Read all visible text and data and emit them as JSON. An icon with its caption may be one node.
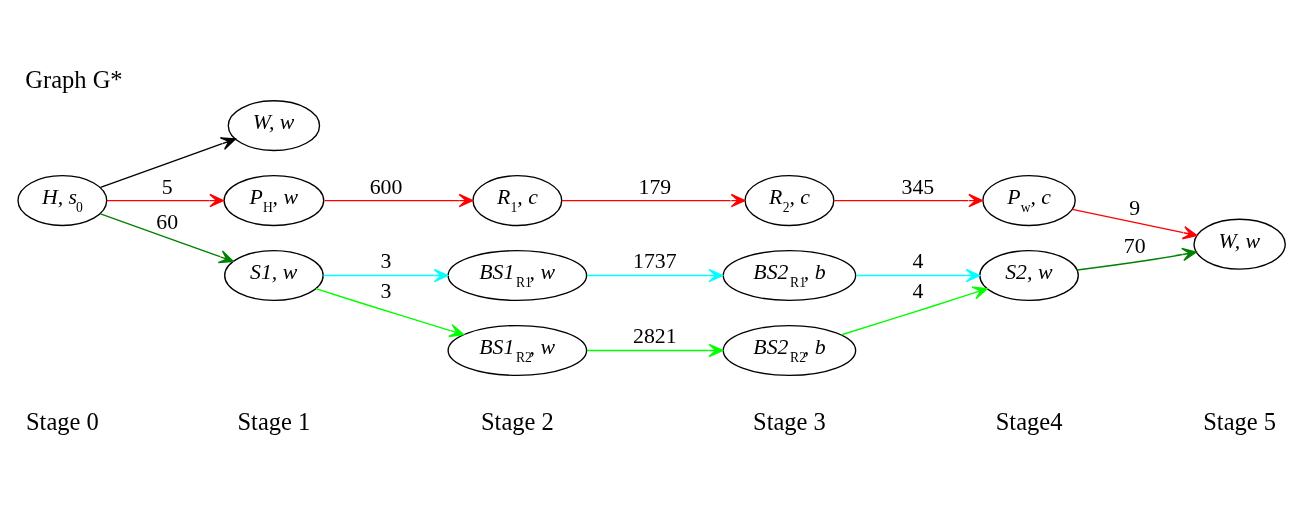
{
  "diagram": {
    "title": "Graph G*",
    "nodes": [
      {
        "text": [
          "H, s$_{0}$"
        ]
      },
      {
        "text": [
          "W, w"
        ]
      },
      {
        "text": [
          "P$_{H}$, w"
        ]
      },
      {
        "text": [
          "S1, w"
        ]
      },
      {
        "text": [
          "R$_{1}$, c"
        ]
      },
      {
        "text": [
          "BS1$_{R1}$, w"
        ]
      },
      {
        "text": [
          "BS1$_{R2}$, w"
        ]
      },
      {
        "text": [
          "R$_{2}$, c"
        ]
      },
      {
        "text": [
          "BS2$_{R1}$, b"
        ]
      },
      {
        "text": [
          "BS2$_{R2}$, b"
        ]
      },
      {
        "text": [
          "P$_{w}$, c"
        ]
      },
      {
        "text": [
          "S2, w"
        ]
      },
      {
        "text": [
          "W, w"
        ]
      }
    ],
    "edges": [
      {
        "from": 0,
        "to": 1,
        "arrow": "to",
        "color": "#000000"
      },
      {
        "from": 0,
        "to": 2,
        "arrow": "to",
        "label": "5",
        "color": "#ff0000"
      },
      {
        "from": 0,
        "to": 3,
        "arrow": "to",
        "label": "60",
        "color": "#008000"
      },
      {
        "from": 2,
        "to": 4,
        "arrow": "to",
        "label": "600",
        "color": "#ff0000"
      },
      {
        "from": 3,
        "to": 5,
        "arrow": "to",
        "label": "3",
        "color": "#00ffff"
      },
      {
        "from": 3,
        "to": 6,
        "arrow": "to",
        "label": "3",
        "color": "#00ff00"
      },
      {
        "from": 4,
        "to": 7,
        "arrow": "to",
        "label": "179",
        "color": "#ff0000"
      },
      {
        "from": 5,
        "to": 8,
        "arrow": "to",
        "label": "1737",
        "color": "#00ffff"
      },
      {
        "from": 6,
        "to": 9,
        "arrow": "to",
        "label": "2821",
        "color": "#00ff00"
      },
      {
        "from": 7,
        "to": 10,
        "arrow": "to",
        "label": "345",
        "color": "#ff0000"
      },
      {
        "from": 8,
        "to": 11,
        "arrow": "to",
        "label": "4",
        "color": "#00ffff"
      },
      {
        "from": 9,
        "to": 11,
        "arrow": "to",
        "label": "4",
        "color": "#00ff00"
      },
      {
        "from": 10,
        "to": 12,
        "arrow": "to",
        "label": "9",
        "color": "#ff0000"
      },
      {
        "from": 11,
        "to": 12,
        "arrow": "to",
        "label": "70",
        "color": "#008000"
      }
    ],
    "labels": [
      "Stage 0",
      "Stage 1",
      "Stage 2",
      "Stage 3",
      "Stage4",
      "Stage 5"
    ]
  }
}
